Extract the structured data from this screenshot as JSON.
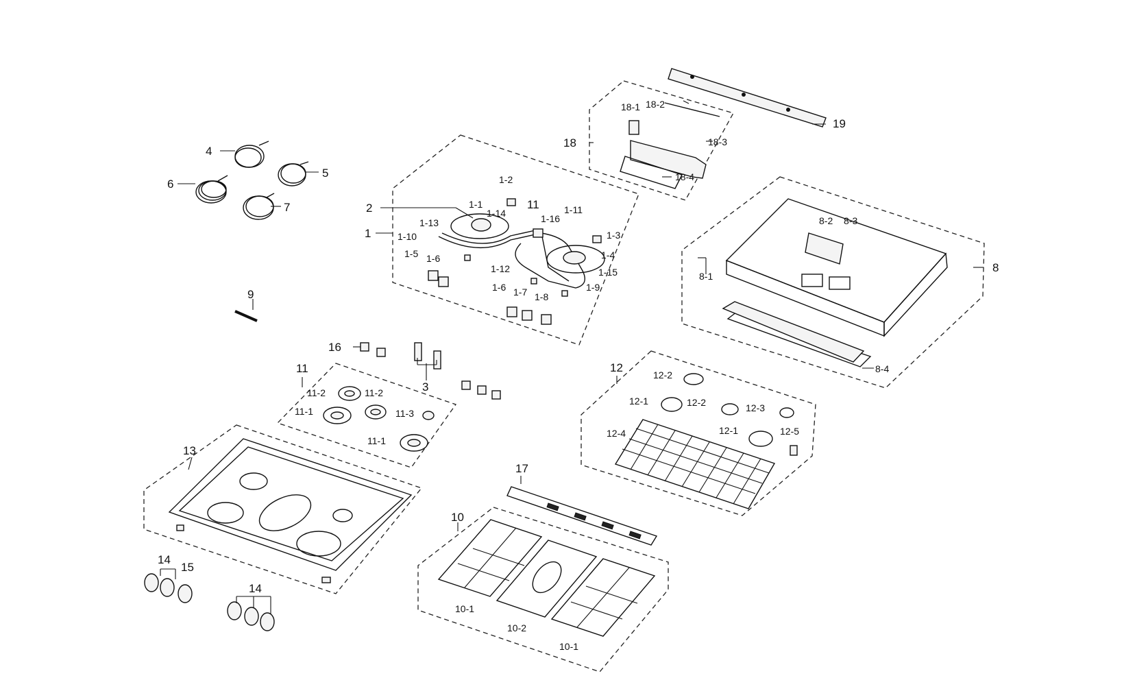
{
  "labels": {
    "l1": "1",
    "l1_1": "1-1",
    "l1_2": "1-2",
    "l1_3": "1-3",
    "l1_4": "1-4",
    "l1_5": "1-5",
    "l1_6a": "1-6",
    "l1_6b": "1-6",
    "l1_7": "1-7",
    "l1_8": "1-8",
    "l1_9": "1-9",
    "l1_10": "1-10",
    "l1_11": "1-11",
    "l1_12": "1-12",
    "l1_13": "1-13",
    "l1_14": "1-14",
    "l1_15": "1-15",
    "l1_16": "1-16",
    "l2": "2",
    "l3": "3",
    "l4": "4",
    "l5": "5",
    "l6": "6",
    "l7": "7",
    "l8": "8",
    "l8_1": "8-1",
    "l8_2": "8-2",
    "l8_3": "8-3",
    "l8_4": "8-4",
    "l9": "9",
    "l10": "10",
    "l10_1a": "10-1",
    "l10_1b": "10-1",
    "l10_2": "10-2",
    "l11a": "11",
    "l11b": "11",
    "l11_1a": "11-1",
    "l11_1b": "11-1",
    "l11_2a": "11-2",
    "l11_2b": "11-2",
    "l11_3": "11-3",
    "l12": "12",
    "l12_1a": "12-1",
    "l12_1b": "12-1",
    "l12_2a": "12-2",
    "l12_2b": "12-2",
    "l12_3": "12-3",
    "l12_4": "12-4",
    "l12_5": "12-5",
    "l13": "13",
    "l14a": "14",
    "l14b": "14",
    "l15": "15",
    "l16": "16",
    "l17": "17",
    "l18": "18",
    "l18_1": "18-1",
    "l18_2": "18-2",
    "l18_3": "18-3",
    "l18_4": "18-4",
    "l19": "19"
  }
}
